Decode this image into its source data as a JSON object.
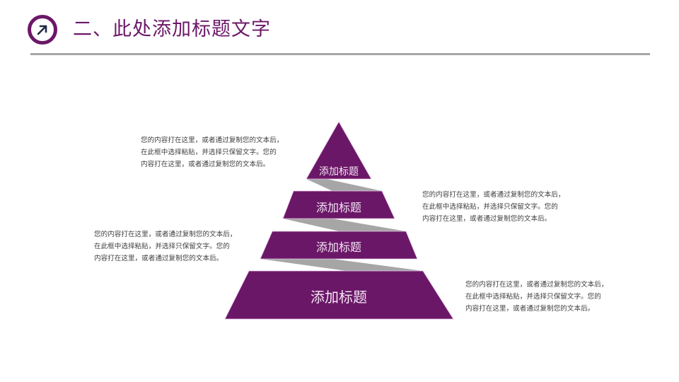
{
  "header": {
    "icon": "arrow-up-right-icon",
    "title": "二、此处添加标题文字"
  },
  "colors": {
    "accent": "#6b1768",
    "connector": "#a6a6a6",
    "rule": "#a6a6a6",
    "body_text": "#404040"
  },
  "pyramid": {
    "tiers": [
      {
        "label": "添加标题"
      },
      {
        "label": "添加标题"
      },
      {
        "label": "添加标题"
      },
      {
        "label": "添加标题"
      }
    ]
  },
  "descriptions": [
    {
      "lines": [
        "您的内容打在这里，或者通过复制您的文本后，",
        "在此框中选择粘贴，并选择只保留文字。您的",
        "内容打在这里，或者通过复制您的文本后。"
      ]
    },
    {
      "lines": [
        "您的内容打在这里，或者通过复制您的文本后，",
        "在此框中选择粘贴，并选择只保留文字。您的",
        "内容打在这里，或者通过复制您的文本后。"
      ]
    },
    {
      "lines": [
        "您的内容打在这里，或者通过复制您的文本后，",
        "在此框中选择粘贴，并选择只保留文字。您的",
        "内容打在这里，或者通过复制您的文本后。"
      ]
    },
    {
      "lines": [
        "您的内容打在这里，或者通过复制您的文本后，",
        "在此框中选择粘贴，并选择只保留文字。您的",
        "内容打在这里，或者通过复制您的文本后。"
      ]
    }
  ]
}
